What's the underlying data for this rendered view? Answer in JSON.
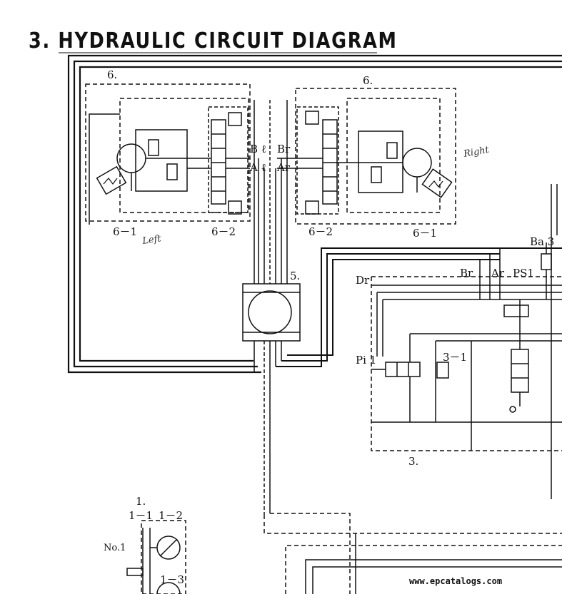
{
  "title": "3. HYDRAULIC CIRCUIT DIAGRAM",
  "watermark": "www.epcatalogs.com",
  "labels": {
    "unit_left": "6.",
    "unit_right": "6.",
    "bl": "B ℓ",
    "br_top": "Br",
    "al": "A ℓ",
    "ar_top": "Ar",
    "left_6_1": "6－1",
    "left_6_2": "6－2",
    "right_6_2": "6－2",
    "right_6_1": "6－1",
    "ba3": "Ba 3",
    "swivel": "5.",
    "dr": "Dr",
    "br_mid": "Br",
    "ar_mid": "Ar",
    "ps1": "PS1",
    "pi1": "Pi 1",
    "valve_3_1": "3－1",
    "valve_3": "3.",
    "pump_1": "1.",
    "pump_1_1": "1－1",
    "pump_1_2": "1－2",
    "no1": "No.1",
    "pump_1_3": "1－3",
    "hand_left": "Left",
    "hand_right": "Right"
  }
}
